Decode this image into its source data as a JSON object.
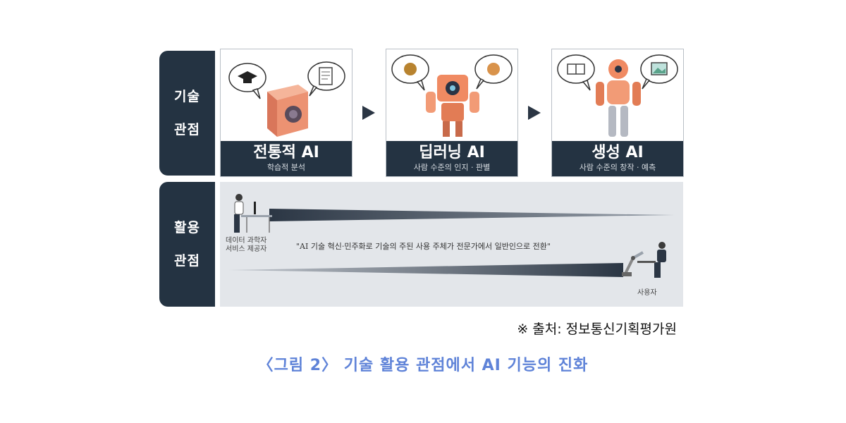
{
  "tech_view": {
    "line1": "기술",
    "line2": "관점"
  },
  "use_view": {
    "line1": "활용",
    "line2": "관점"
  },
  "cards": [
    {
      "title": "전통적 AI",
      "sub": "학습적 분석"
    },
    {
      "title": "딥러닝 AI",
      "sub": "사람 수준의 인지 · 판별"
    },
    {
      "title": "생성 AI",
      "sub": "사람 수준의 창작 · 예측"
    }
  ],
  "experts": {
    "line1": "데이터 과학자",
    "line2": "서비스 제공자"
  },
  "quote": "\"AI 기술 혁신·민주화로 기술의 주된 사용 주체가 전문가에서 일반인으로 전환\"",
  "user_label": "사용자",
  "source": "※ 출처: 정보통신기획평가원",
  "caption": "〈그림 2〉 기술 활용 관점에서 AI 기능의 진화",
  "colors": {
    "navy": "#243342",
    "caption": "#5f83d8",
    "robot": "#f08a62"
  }
}
